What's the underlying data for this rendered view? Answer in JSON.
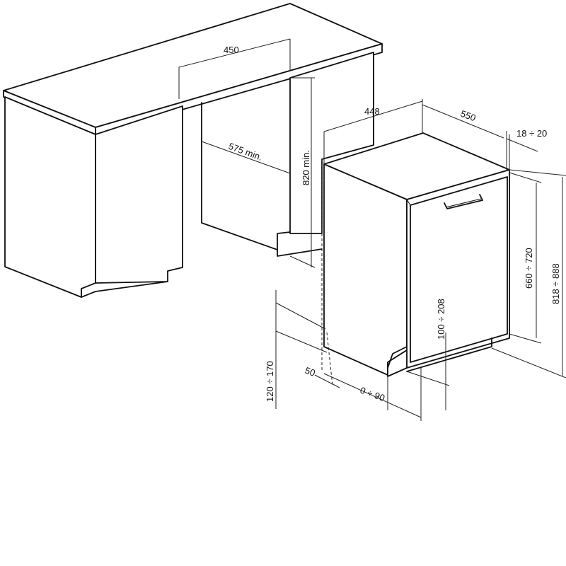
{
  "dimensions": {
    "cabinet_width": "450",
    "cabinet_depth": "575 min.",
    "cabinet_height": "820 min.",
    "appliance_width": "448",
    "appliance_depth": "550",
    "door_thickness": "18 ÷ 20",
    "appliance_height_range": "818 ÷ 888",
    "door_height_range": "660 ÷ 720",
    "plinth_height_range": "100 ÷ 208",
    "plinth_offset_range": "120 ÷ 170",
    "plinth_setback": "50",
    "foot_adjust_range": "0 ÷ 90"
  }
}
